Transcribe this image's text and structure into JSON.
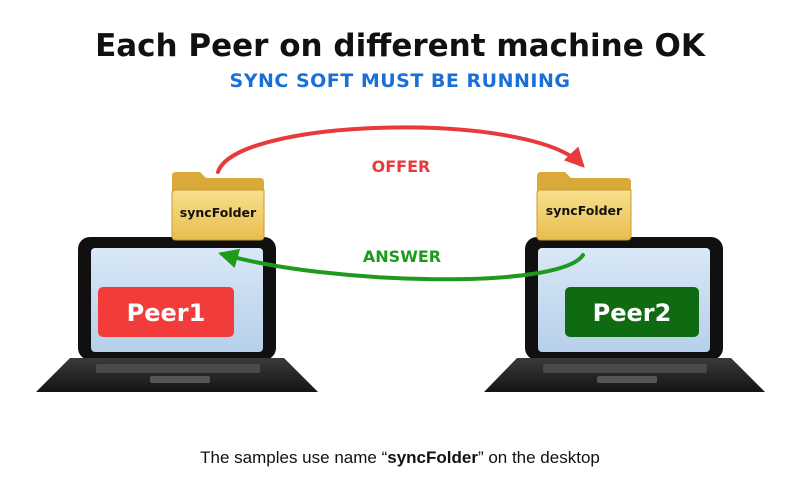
{
  "title": "Each Peer on different machine OK",
  "subtitle": "SYNC SOFT MUST BE RUNNING",
  "colors": {
    "offer": "#e83a3a",
    "answer": "#1e9a1e",
    "subtitle": "#1a6fd6",
    "peer1": "#f23b3b",
    "peer2": "#0e6b12",
    "folder": "#f2cf6e",
    "screen": "#c6dcf2"
  },
  "arrows": {
    "offer_label": "OFFER",
    "answer_label": "ANSWER"
  },
  "peers": [
    {
      "label": "Peer1",
      "folder_label": "syncFolder"
    },
    {
      "label": "Peer2",
      "folder_label": "syncFolder"
    }
  ],
  "caption": {
    "before": "The samples use name “",
    "bold": "syncFolder",
    "after": "” on the desktop"
  }
}
